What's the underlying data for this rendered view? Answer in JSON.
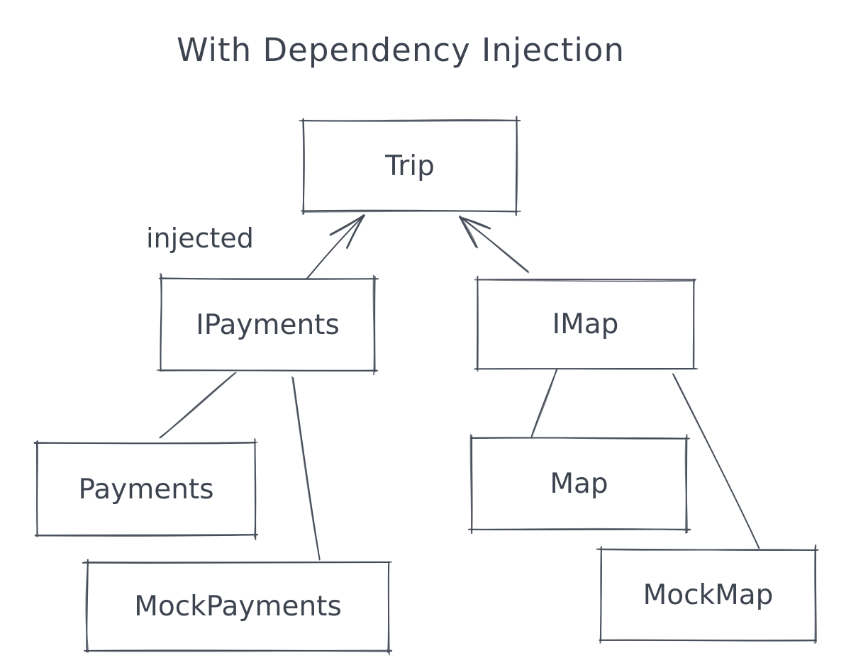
{
  "title": "With Dependency Injection",
  "annotation": "injected",
  "diagram": {
    "nodes": [
      {
        "id": "trip",
        "label": "Trip"
      },
      {
        "id": "ipayments",
        "label": "IPayments"
      },
      {
        "id": "imap",
        "label": "IMap"
      },
      {
        "id": "payments",
        "label": "Payments"
      },
      {
        "id": "mockpayments",
        "label": "MockPayments"
      },
      {
        "id": "map",
        "label": "Map"
      },
      {
        "id": "mockmap",
        "label": "MockMap"
      }
    ],
    "edges": [
      {
        "from": "IPayments",
        "to": "Trip",
        "style": "arrow"
      },
      {
        "from": "IMap",
        "to": "Trip",
        "style": "arrow"
      },
      {
        "from": "IPayments",
        "to": "Payments",
        "style": "line"
      },
      {
        "from": "IPayments",
        "to": "MockPayments",
        "style": "line"
      },
      {
        "from": "IMap",
        "to": "Map",
        "style": "line"
      },
      {
        "from": "IMap",
        "to": "MockMap",
        "style": "line"
      }
    ]
  },
  "colors": {
    "ink": "#464d59",
    "text": "#3d4450",
    "background": "#ffffff"
  }
}
